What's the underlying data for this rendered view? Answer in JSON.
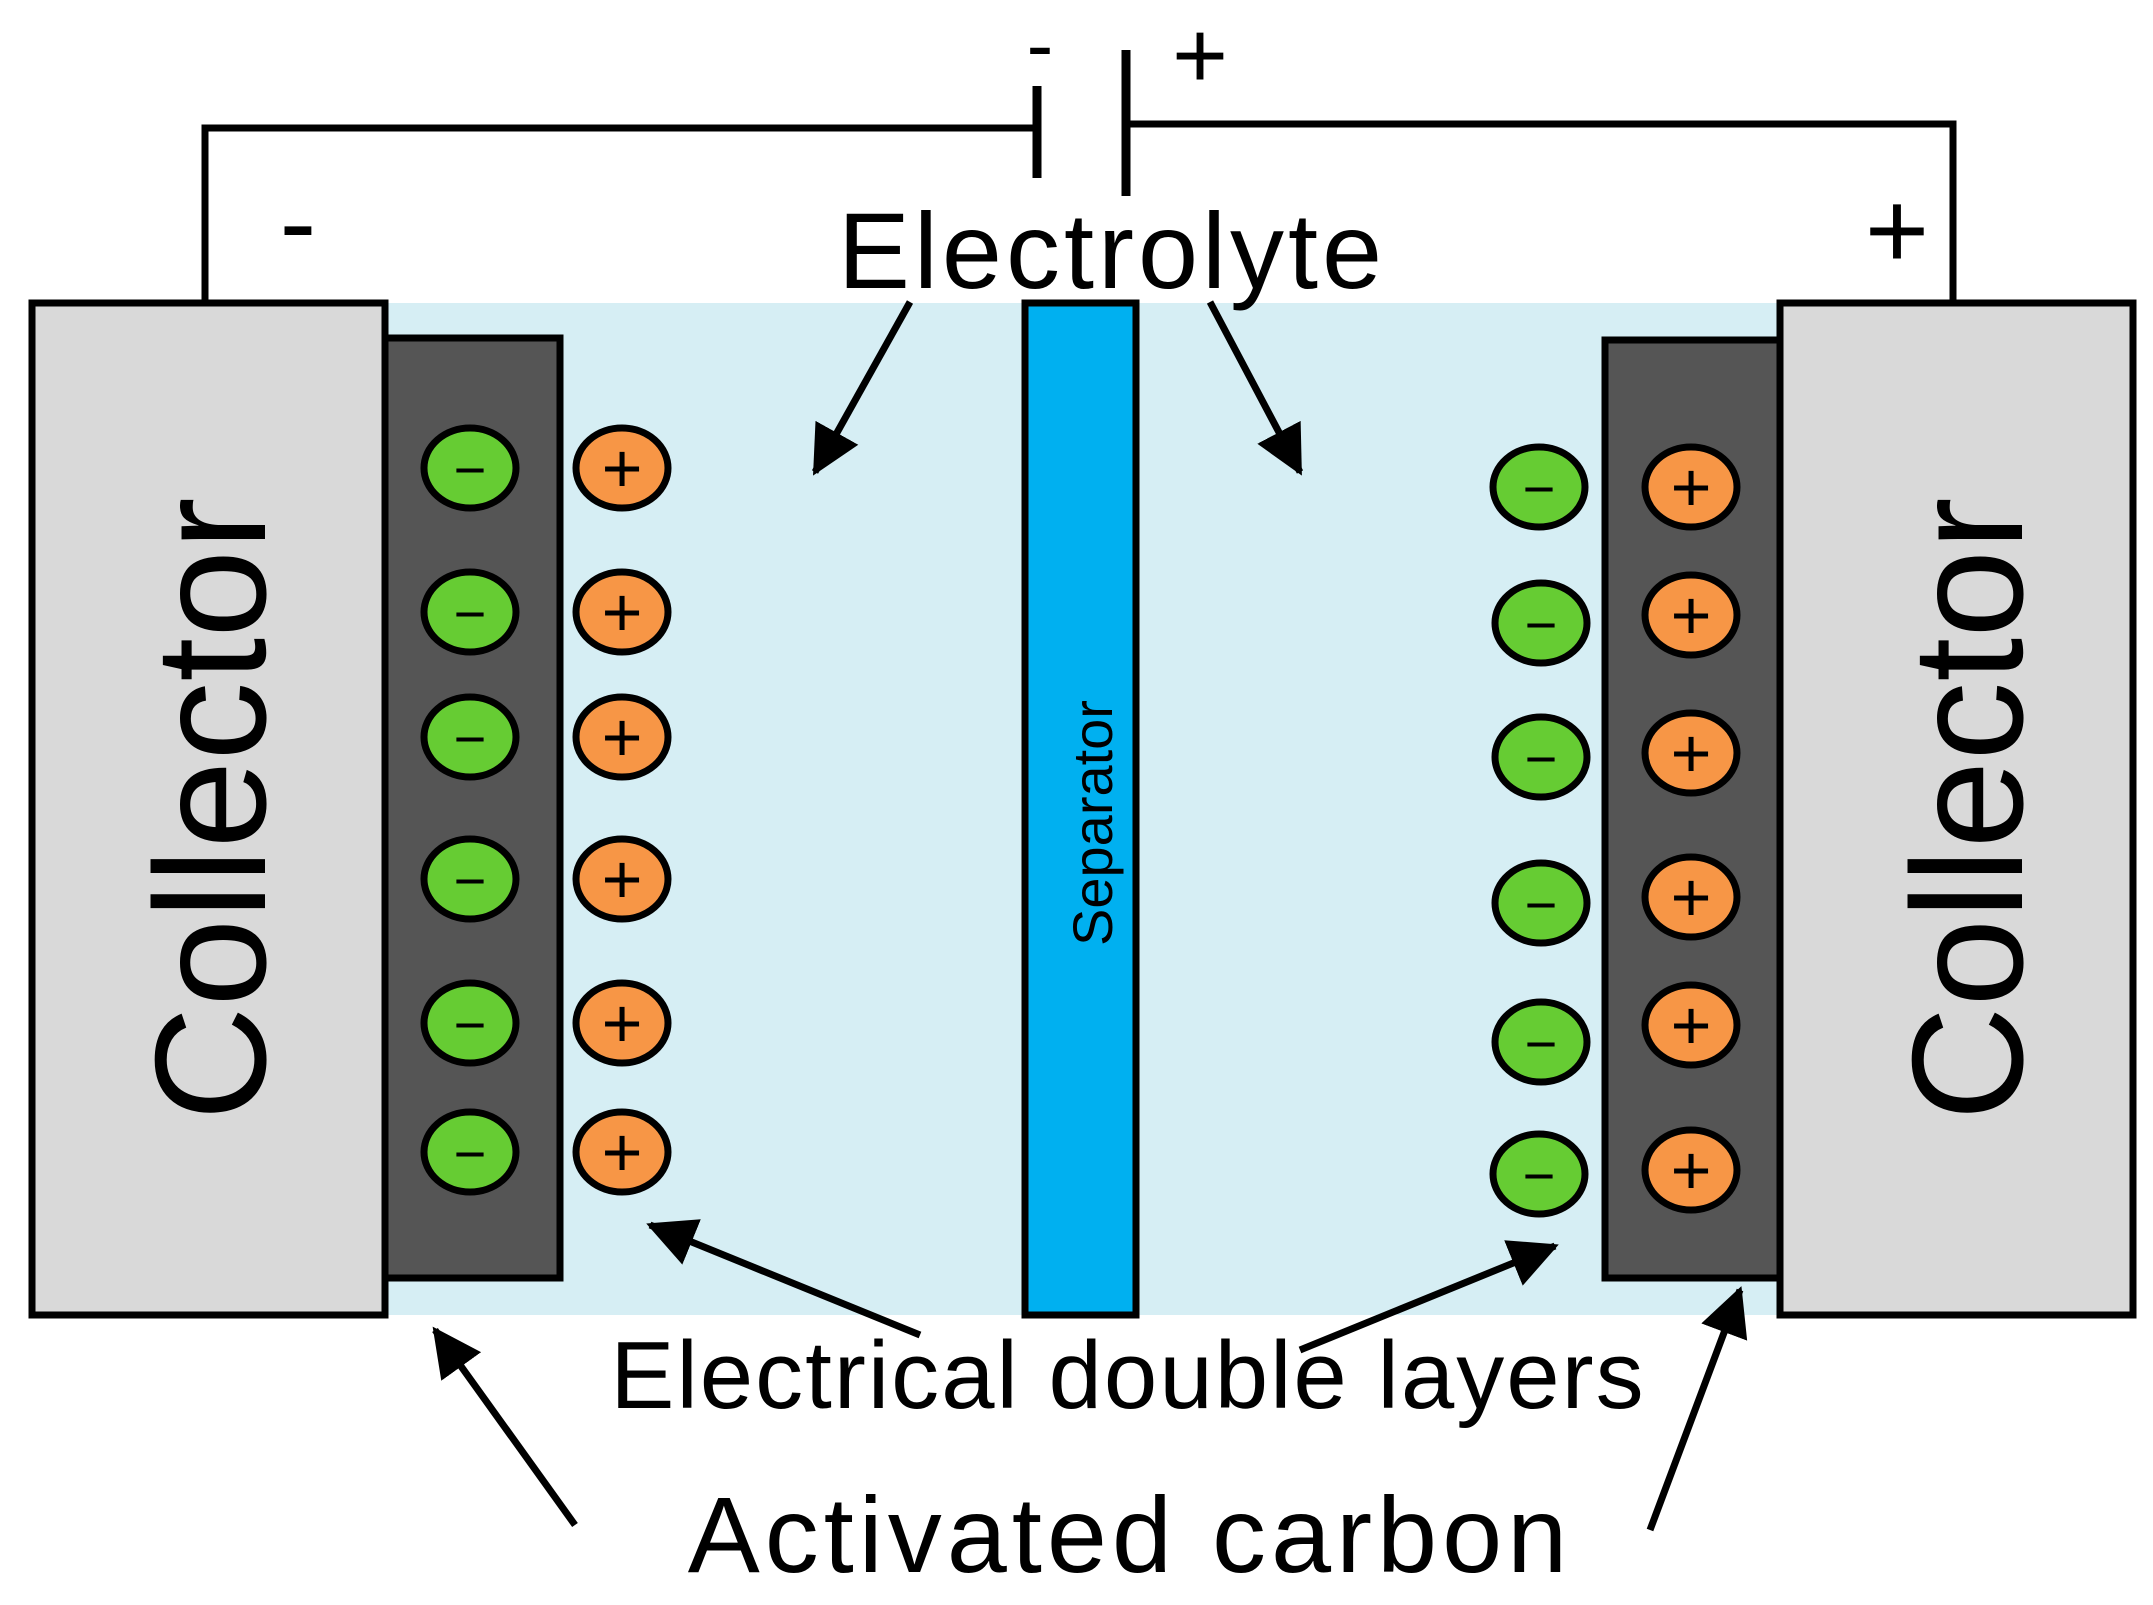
{
  "labels": {
    "electrolyte": "Electrolyte",
    "separator": "Separator",
    "collector_left": "Collector",
    "collector_right": "Collector",
    "double_layers": "Electrical double layers",
    "activated_carbon": "Activated carbon"
  },
  "polarity": {
    "battery_negative": "-",
    "battery_positive": "+",
    "left_terminal": "-",
    "right_terminal": "+"
  },
  "ions": {
    "negative_symbol": "−",
    "positive_symbol": "+",
    "left_electrode_rows": 6,
    "right_electrode_rows": 6
  },
  "colors": {
    "electrolyte": "#d6eef4",
    "collector": "#d9d9d9",
    "activated_carbon": "#555555",
    "separator": "#00b0f0",
    "negative_ion": "#66cc33",
    "positive_ion": "#f79646",
    "outline": "#000000"
  }
}
